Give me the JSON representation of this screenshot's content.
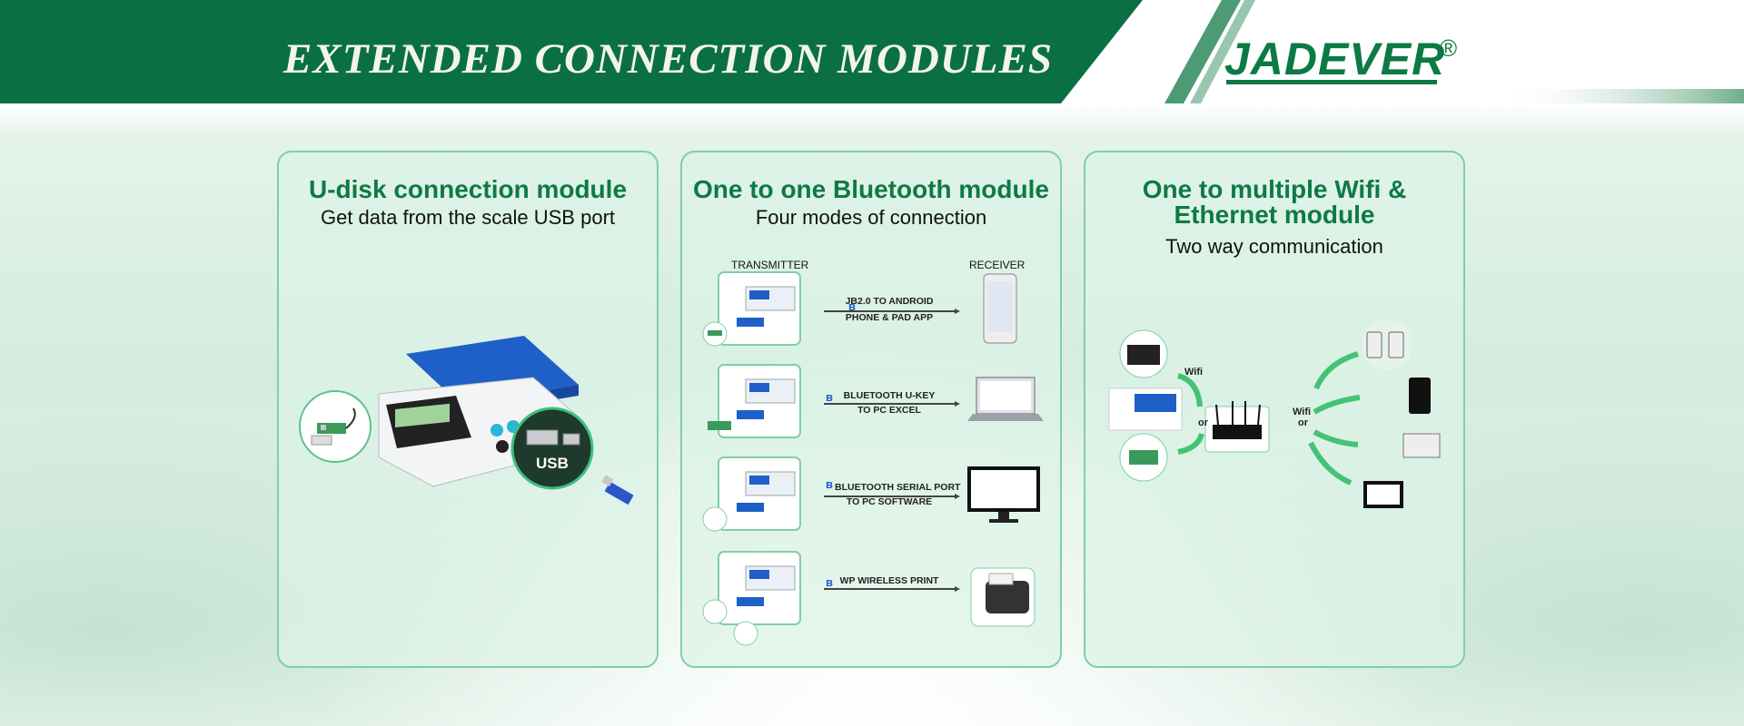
{
  "banner": {
    "title": "EXTENDED CONNECTION MODULES",
    "brand": "JADEVER",
    "registered_mark": "®",
    "colors": {
      "banner": "#0a7043",
      "brand": "#0b7a43",
      "stripe": "#ffffff"
    }
  },
  "panels": [
    {
      "title": "U-disk connection module",
      "subtitle": "Get data from the scale USB port",
      "usb_label": "USB"
    },
    {
      "title": "One to one  Bluetooth  module",
      "subtitle": "Four modes of connection",
      "transmitter_label": "TRANSMITTER",
      "receiver_label": "RECEIVER",
      "modes": [
        {
          "line1": "JB2.0 TO ANDROID",
          "line2": "PHONE & PAD APP",
          "device": "phone-icon"
        },
        {
          "line1": "BLUETOOTH U-KEY",
          "line2": "TO PC EXCEL",
          "device": "laptop-icon"
        },
        {
          "line1": "BLUETOOTH SERIAL PORT",
          "line2": "TO PC SOFTWARE",
          "device": "monitor-icon"
        },
        {
          "line1": "WP WIRELESS PRINT",
          "line2": "",
          "device": "printer-icon"
        }
      ]
    },
    {
      "title_line1": "One to multiple Wifi &",
      "title_line2": "Ethernet module",
      "subtitle": "Two way communication",
      "wifi_label_left": "Wifi",
      "or_label_left": "or",
      "wifi_label_right": "Wifi",
      "or_label_right": "or"
    }
  ]
}
